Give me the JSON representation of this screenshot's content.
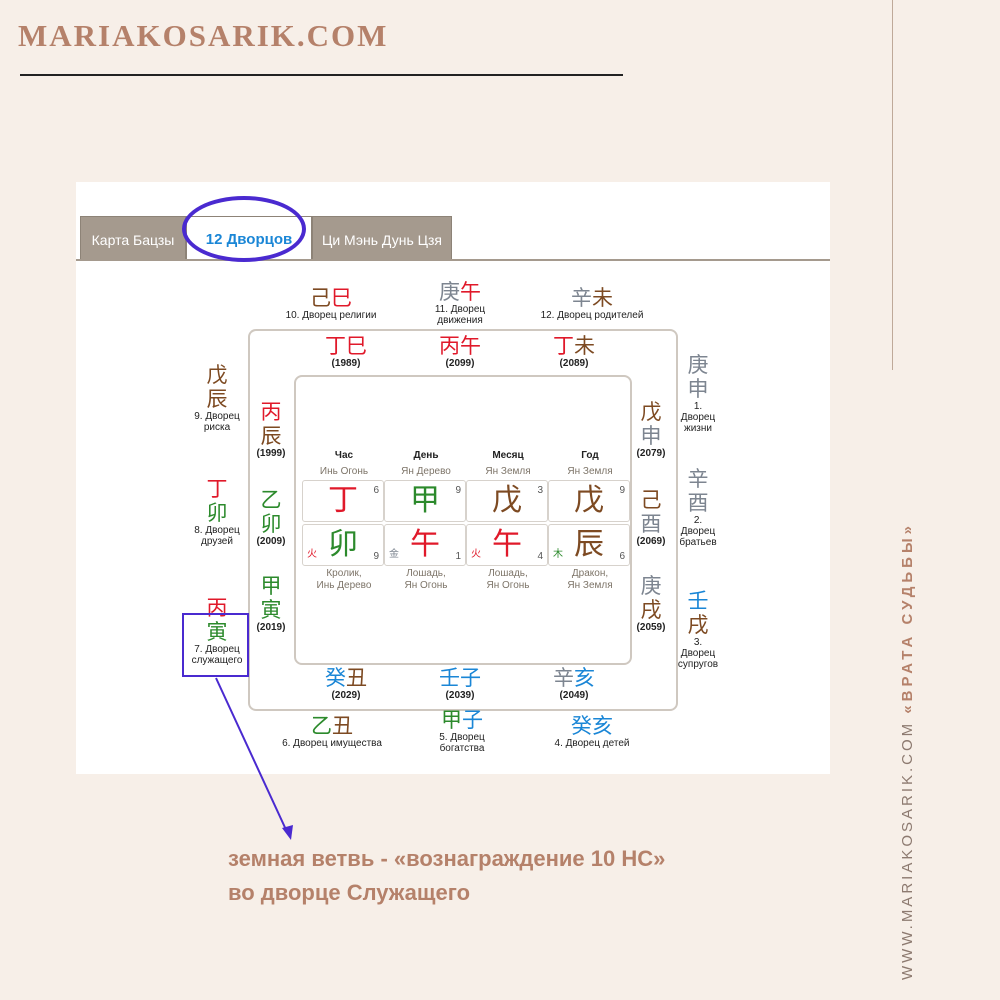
{
  "brand": "MARIAKOSARIK.COM",
  "side": {
    "prefix": "WWW.MARIAKOSARIK.COM ",
    "title": "«ВРАТА СУДЬБЫ»"
  },
  "tabs": [
    "Карта Бацзы",
    "12 Дворцов",
    "Ци Мэнь Дунь Цзя"
  ],
  "palaces": {
    "p10": {
      "stem": "己",
      "branch": "巳",
      "label": "10. Дворец религии"
    },
    "p11": {
      "stem": "庚",
      "branch": "午",
      "label1": "11. Дворец",
      "label2": "движения"
    },
    "p12": {
      "stem": "辛",
      "branch": "未",
      "label": "12. Дворец родителей"
    },
    "p9": {
      "stem": "戊",
      "branch": "辰",
      "label1": "9. Дворец",
      "label2": "риска"
    },
    "p8": {
      "stem": "丁",
      "branch": "卯",
      "label1": "8. Дворец",
      "label2": "друзей"
    },
    "p7": {
      "stem": "丙",
      "branch": "寅",
      "label1": "7. Дворец",
      "label2": "служащего"
    },
    "p1": {
      "stem": "庚",
      "branch": "申",
      "label1": "1.",
      "label2": "Дворец",
      "label3": "жизни"
    },
    "p2": {
      "stem": "辛",
      "branch": "酉",
      "label1": "2.",
      "label2": "Дворец",
      "label3": "братьев"
    },
    "p3": {
      "stem": "壬",
      "branch": "戌",
      "label1": "3.",
      "label2": "Дворец",
      "label3": "супругов"
    },
    "p6": {
      "stem": "乙",
      "branch": "丑",
      "label": "6. Дворец имущества"
    },
    "p5": {
      "stem": "甲",
      "branch": "子",
      "label1": "5. Дворец",
      "label2": "богатства"
    },
    "p4": {
      "stem": "癸",
      "branch": "亥",
      "label": "4. Дворец детей"
    }
  },
  "decades": {
    "top": [
      {
        "stem": "丁",
        "branch": "巳",
        "year": "(1989)"
      },
      {
        "stem": "丙",
        "branch": "午",
        "year": "(2099)"
      },
      {
        "stem": "丁",
        "branch": "未",
        "year": "(2089)"
      }
    ],
    "left": [
      {
        "stem": "丙",
        "branch": "辰",
        "year": "(1999)"
      },
      {
        "stem": "乙",
        "branch": "卯",
        "year": "(2009)"
      },
      {
        "stem": "甲",
        "branch": "寅",
        "year": "(2019)"
      }
    ],
    "right": [
      {
        "stem": "戊",
        "branch": "申",
        "year": "(2079)"
      },
      {
        "stem": "己",
        "branch": "酉",
        "year": "(2069)"
      },
      {
        "stem": "庚",
        "branch": "戌",
        "year": "(2059)"
      }
    ],
    "bottom": [
      {
        "stem": "癸",
        "branch": "丑",
        "year": "(2029)"
      },
      {
        "stem": "壬",
        "branch": "子",
        "year": "(2039)"
      },
      {
        "stem": "辛",
        "branch": "亥",
        "year": "(2049)"
      }
    ]
  },
  "pillars": [
    {
      "head": "Час",
      "sub": "Инь Огонь",
      "stem": "丁",
      "stem_num": "6",
      "branch": "卯",
      "branch_num": "9",
      "el": "火",
      "animal1": "Кролик,",
      "animal2": "Инь Дерево"
    },
    {
      "head": "День",
      "sub": "Ян Дерево",
      "stem": "甲",
      "stem_num": "9",
      "branch": "午",
      "branch_num": "1",
      "el": "金",
      "animal1": "Лошадь,",
      "animal2": "Ян Огонь"
    },
    {
      "head": "Месяц",
      "sub": "Ян Земля",
      "stem": "戊",
      "stem_num": "3",
      "branch": "午",
      "branch_num": "4",
      "el": "火",
      "animal1": "Лошадь,",
      "animal2": "Ян Огонь"
    },
    {
      "head": "Год",
      "sub": "Ян Земля",
      "stem": "戊",
      "stem_num": "9",
      "branch": "辰",
      "branch_num": "6",
      "el": "木",
      "animal1": "Дракон,",
      "animal2": "Ян Земля"
    }
  ],
  "caption": {
    "line1": "земная ветвь - «вознаграждение 10 НС»",
    "line2": "во дворце Служащего"
  },
  "colors": {
    "fire": "#e0192a",
    "wood": "#2c8a2c",
    "earth": "#7d4a22",
    "metal": "#7d8590",
    "water": "#1a86d6",
    "highlight": "#4a2ad0",
    "accent": "#b5816a"
  }
}
